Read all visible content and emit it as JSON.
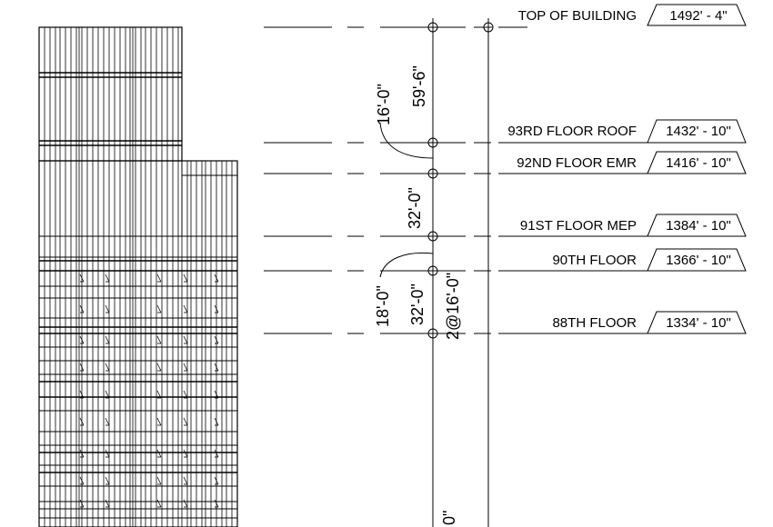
{
  "levels": [
    {
      "id": "top",
      "name": "TOP OF BUILDING",
      "elevation": "1492' - 4\""
    },
    {
      "id": "l93",
      "name": "93RD FLOOR ROOF",
      "elevation": "1432' - 10\""
    },
    {
      "id": "l92",
      "name": "92ND FLOOR EMR",
      "elevation": "1416' - 10\""
    },
    {
      "id": "l91",
      "name": "91ST FLOOR MEP",
      "elevation": "1384' - 10\""
    },
    {
      "id": "l90",
      "name": "90TH FLOOR",
      "elevation": "1366' - 10\""
    },
    {
      "id": "l88",
      "name": "88TH FLOOR",
      "elevation": "1334' - 10\""
    }
  ],
  "dimensions": {
    "d59": "59'-6\"",
    "d16a": "16'-0\"",
    "d32a": "32'-0\"",
    "d18": "18'-0\"",
    "d32b": "32'-0\"",
    "d2at16": "2@16'-0\"",
    "d0": "0\""
  }
}
